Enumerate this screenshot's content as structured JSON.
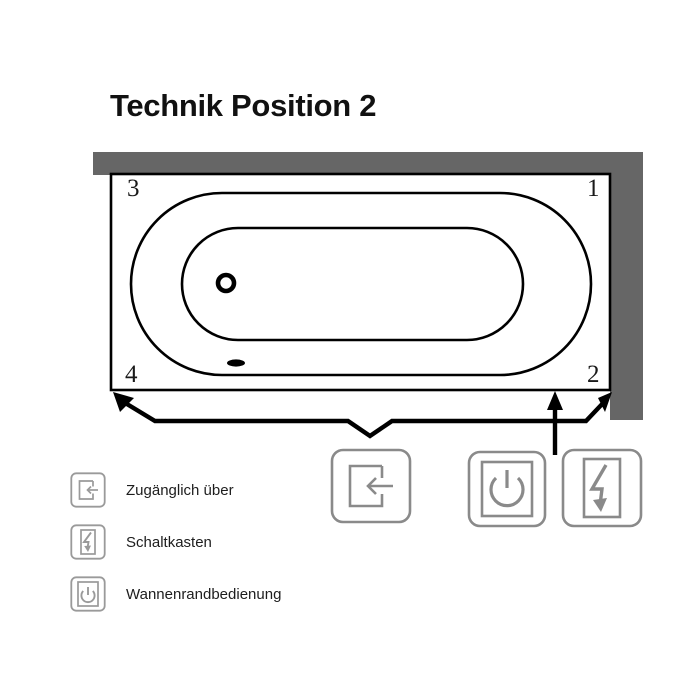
{
  "page": {
    "title": "Technik Position 2",
    "background_color": "#ffffff"
  },
  "diagram": {
    "name": "bathtub-technik-position-2",
    "wall_color": "#666666",
    "outline_color": "#000000",
    "corner_labels": [
      {
        "id": "1",
        "text": "1",
        "position": "top-right"
      },
      {
        "id": "2",
        "text": "2",
        "position": "bottom-right"
      },
      {
        "id": "3",
        "text": "3",
        "position": "top-left"
      },
      {
        "id": "4",
        "text": "4",
        "position": "bottom-left"
      }
    ],
    "tub": {
      "drain_icon": "drain-ring",
      "overflow_icon": "overflow-fitting"
    },
    "annotations": {
      "brace_label": "access-brace",
      "pointer_label": "control-pointer"
    }
  },
  "callouts": [
    {
      "icon": "access-door-icon",
      "name": "callout-access",
      "accent": "#8a8a8a"
    },
    {
      "icon": "power-button-icon",
      "name": "callout-power",
      "accent": "#8a8a8a"
    },
    {
      "icon": "lightning-bolt-icon",
      "name": "callout-switchbox",
      "accent": "#8a8a8a"
    }
  ],
  "legend": {
    "items": [
      {
        "icon": "access-door-icon",
        "label": "Zugänglich über",
        "key": "access"
      },
      {
        "icon": "lightning-bolt-icon",
        "label": "Schaltkasten",
        "key": "switchbox"
      },
      {
        "icon": "power-button-icon",
        "label": "Wannenrandbedienung",
        "key": "tub-rim-control"
      }
    ]
  },
  "colors": {
    "wall_gray": "#666666",
    "icon_gray": "#8a8a8a",
    "line_black": "#000000",
    "text_black": "#1a1a1a"
  }
}
